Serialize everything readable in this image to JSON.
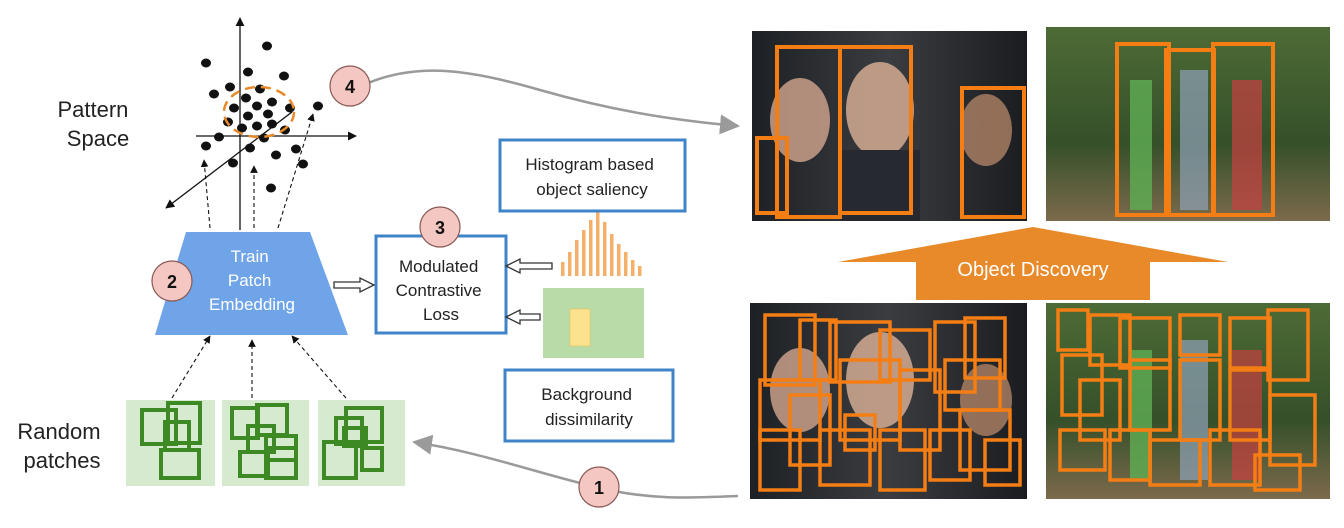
{
  "labels": {
    "pattern_space": [
      "Pattern",
      "Space"
    ],
    "embedding": [
      "Train",
      "Patch",
      "Embedding"
    ],
    "loss": [
      "Modulated",
      "Contrastive",
      "Loss"
    ],
    "saliency": [
      "Histogram based",
      "object saliency"
    ],
    "background": [
      "Background",
      "dissimilarity"
    ],
    "random_patches": [
      "Random",
      "patches"
    ],
    "object_discovery": "Object Discovery"
  },
  "steps": [
    "1",
    "2",
    "3",
    "4"
  ],
  "colors": {
    "embedding_fill": "#6fa4e8",
    "box_border": "#3f84c9",
    "orange": "#e8892a",
    "step_fill": "#f4c7c3",
    "patch_green": "#3d8a24",
    "patch_bg": "#d6ead0",
    "bg_green": "#b8dba7",
    "bg_yellow": "#fce28e",
    "dark_photo": "#2a2d31",
    "park_photo": "#3b5a2c"
  }
}
